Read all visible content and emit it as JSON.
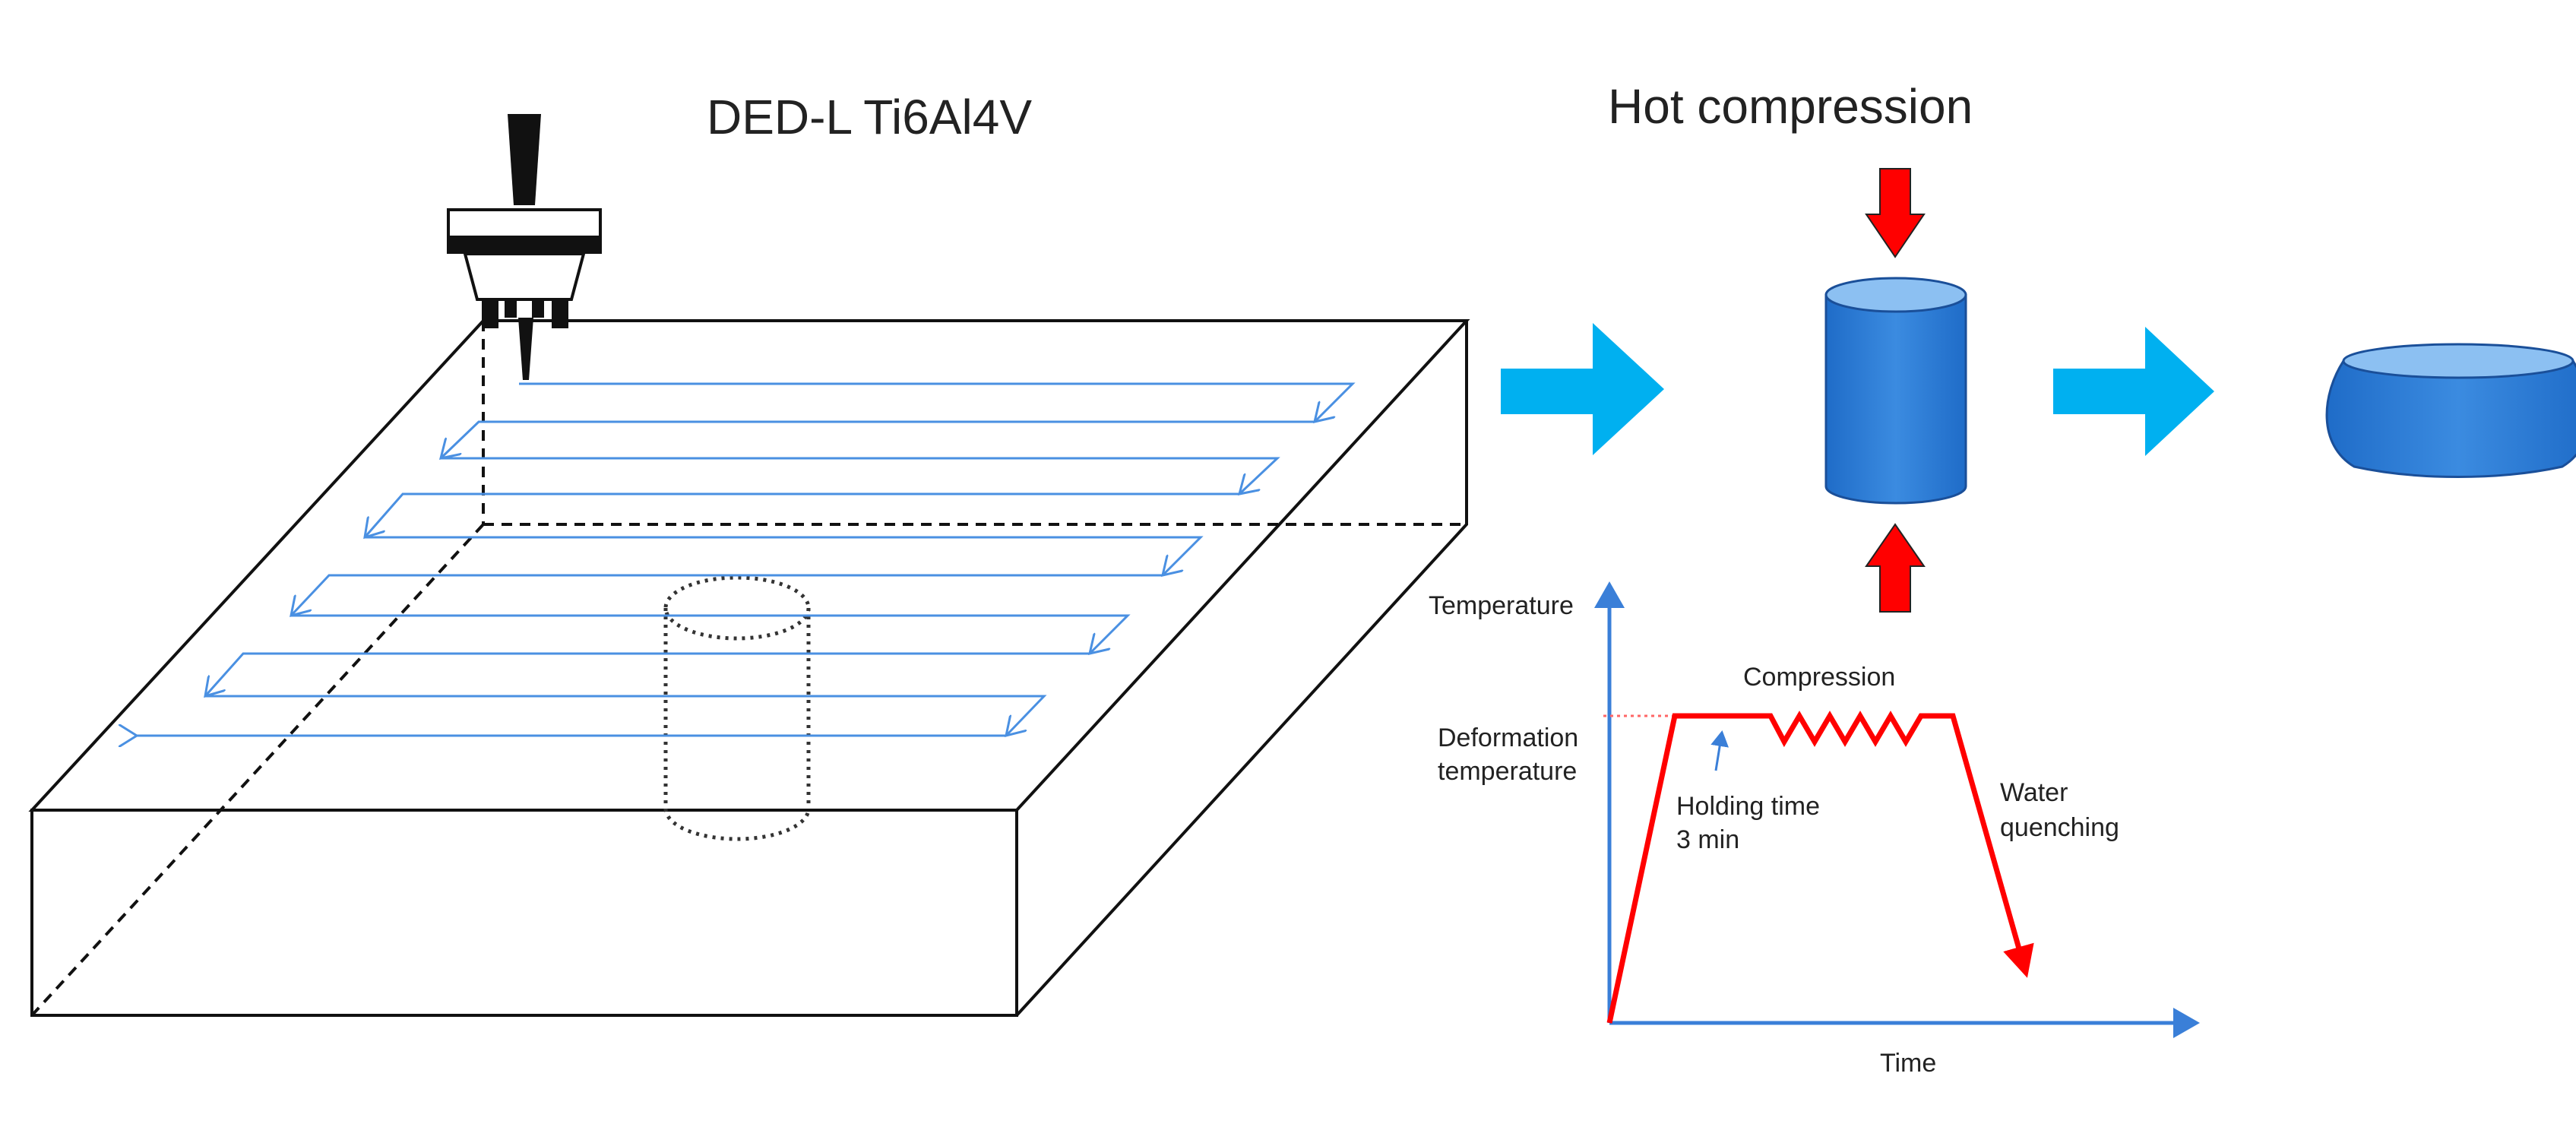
{
  "titles": {
    "ded": "DED-L Ti6Al4V",
    "compression": "Hot compression"
  },
  "graph": {
    "y_axis_label": "Temperature",
    "x_axis_label": "Time",
    "deformation_temperature": [
      "Deformation",
      "temperature"
    ],
    "compression_label": "Compression",
    "holding_time": [
      "Holding time",
      "3 min"
    ],
    "water_quenching": [
      "Water",
      "quenching"
    ]
  },
  "colors": {
    "scan_path": "#4a90e2",
    "flow_arrow": "#00b0f0",
    "cylinder": "#2e7ad6",
    "cylinder_top": "#8cc0f2",
    "load_arrow": "#ff0000",
    "profile_line": "#ff0000",
    "graph_axis": "#3a7fd8",
    "outline": "#111111"
  },
  "icons": {
    "nozzle": "laser-deposition-nozzle-icon",
    "flow": "right-arrow-icon",
    "load": "compression-arrow-icon"
  }
}
